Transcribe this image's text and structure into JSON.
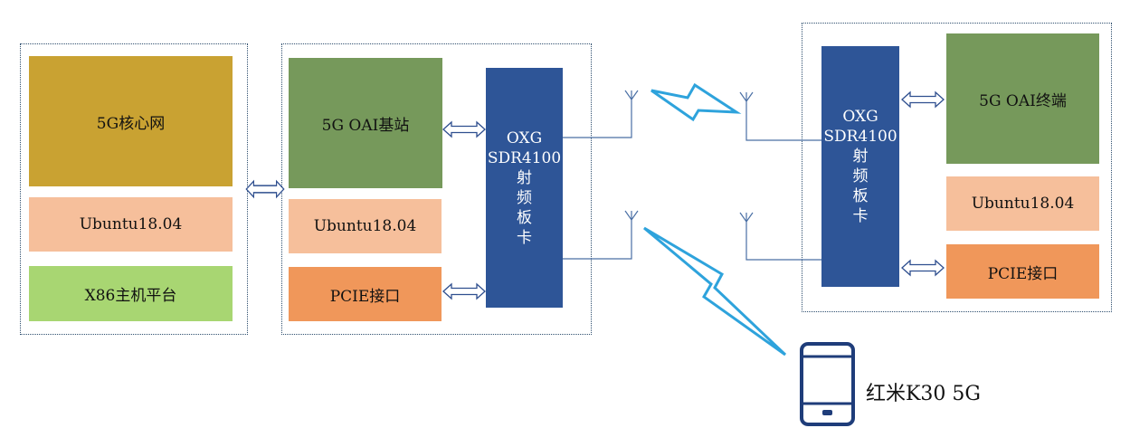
{
  "left_group": {
    "core": "5G核心网",
    "os": "Ubuntu18.04",
    "platform": "X86主机平台"
  },
  "mid_group": {
    "gnb": "5G OAI基站",
    "os": "Ubuntu18.04",
    "pcie": "PCIE接口",
    "sdr_lines": [
      "OXG",
      "SDR4100",
      "射",
      "频",
      "板",
      "卡"
    ]
  },
  "right_group": {
    "ue": "5G OAI终端",
    "os": "Ubuntu18.04",
    "pcie": "PCIE接口",
    "sdr_lines": [
      "OXG",
      "SDR4100",
      "射",
      "频",
      "板",
      "卡"
    ]
  },
  "phone_label": "红米K30 5G",
  "colors": {
    "core": "#c9a232",
    "ubuntu": "#f6bf9b",
    "x86": "#a8d672",
    "gnb": "#76995b",
    "pcie": "#f0975a",
    "sdr": "#2e5597",
    "lightning": "#2ea3dc",
    "phone": "#1f3d7a"
  },
  "icons": [
    "double-arrow-icon",
    "antenna-icon",
    "lightning-icon",
    "smartphone-icon"
  ]
}
